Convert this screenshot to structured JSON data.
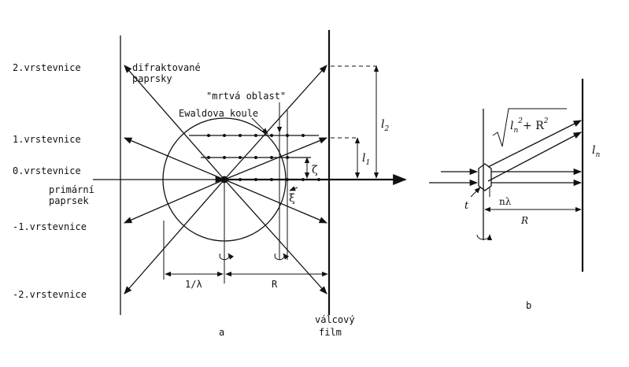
{
  "labels": {
    "layer_2": "2.vrstevnice",
    "layer_1": "1.vrstevnice",
    "layer_0": "0.vrstevnice",
    "layer_m1": "-1.vrstevnice",
    "layer_m2": "-2.vrstevnice",
    "diffracted_1": "difraktované",
    "diffracted_2": "paprsky",
    "dead_zone": "\"mrtvá oblast\"",
    "ewald": "Ewaldova koule",
    "primary_1": "primární",
    "primary_2": "paprsek",
    "inv_lambda": "1/λ",
    "radius_a": "R",
    "film_1": "válcový",
    "film_2": "film",
    "caption_a": "a",
    "zeta": "ζ",
    "xi": "ξ",
    "l1_main": "l",
    "l1_sub": "1",
    "l2_main": "l",
    "l2_sub": "2",
    "sqrt_l": "l",
    "sqrt_sub": "n",
    "sqrt_sup": "2",
    "sqrt_plus": "+ R",
    "sqrt_sup2": "2",
    "ln_main": "l",
    "ln_sub": "n",
    "t_label": "t",
    "n_lambda": "nλ",
    "radius_b": "R",
    "caption_b": "b"
  }
}
